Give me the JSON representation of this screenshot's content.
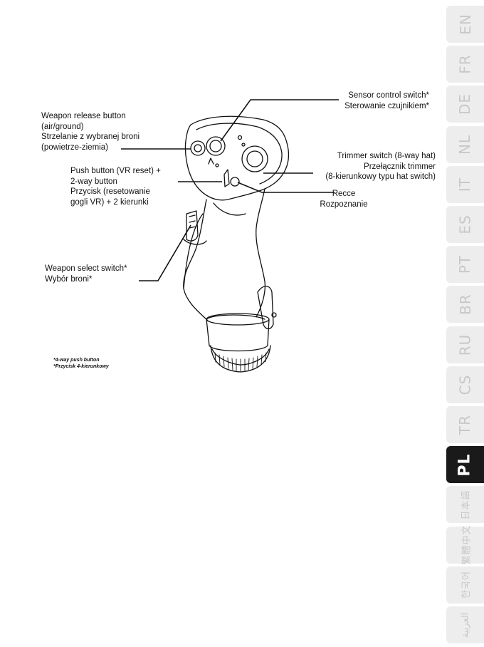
{
  "callouts": {
    "weapon_release": [
      "Weapon release button",
      "(air/ground)",
      "Strzelanie z wybranej broni",
      "(powietrze-ziemia)"
    ],
    "push_button": [
      "Push button (VR reset) +",
      "2-way button",
      "Przycisk (resetowanie",
      "gogli VR) + 2 kierunki"
    ],
    "weapon_select": [
      "Weapon select switch*",
      "Wybór broni*"
    ],
    "sensor_control": [
      "Sensor control switch*",
      "Sterowanie czujnikiem*"
    ],
    "trimmer": [
      "Trimmer switch (8-way hat)",
      "Przełącznik trimmer",
      "(8-kierunkowy typu hat switch)"
    ],
    "recce": [
      "Recce",
      "Rozpoznanie"
    ]
  },
  "footnote": [
    "*4-way push button",
    "*Przycisk 4-kierunkowy"
  ],
  "language_tabs": [
    {
      "label": "EN",
      "active": false
    },
    {
      "label": "FR",
      "active": false
    },
    {
      "label": "DE",
      "active": false
    },
    {
      "label": "NL",
      "active": false
    },
    {
      "label": "IT",
      "active": false
    },
    {
      "label": "ES",
      "active": false
    },
    {
      "label": "PT",
      "active": false
    },
    {
      "label": "BR",
      "active": false
    },
    {
      "label": "RU",
      "active": false
    },
    {
      "label": "CS",
      "active": false
    },
    {
      "label": "TR",
      "active": false
    },
    {
      "label": "PL",
      "active": true
    },
    {
      "label": "日本語",
      "active": false
    },
    {
      "label": "繁體中文",
      "active": false
    },
    {
      "label": "한국어",
      "active": false
    },
    {
      "label": "العربية",
      "active": false
    }
  ],
  "colors": {
    "tab_inactive": "#ededed",
    "tab_text_inactive": "#c8c8c8",
    "tab_active": "#1a1a1a",
    "tab_text_active": "#ffffff"
  }
}
